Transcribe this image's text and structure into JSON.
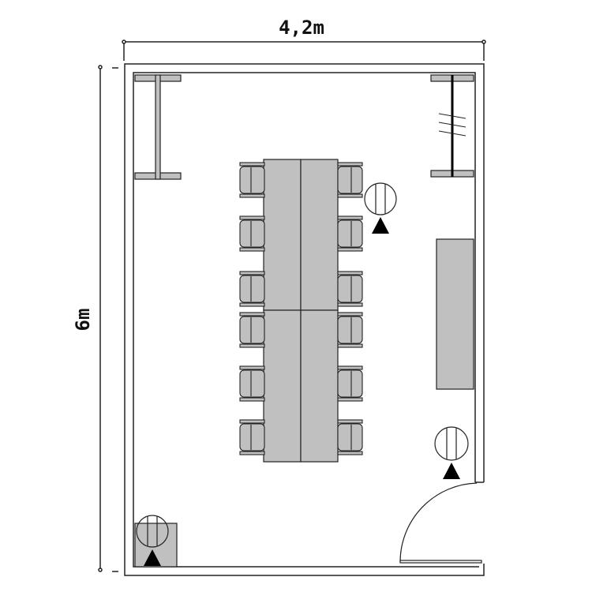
{
  "dimensions": {
    "width_label": "4,2m",
    "height_label": "6m"
  },
  "colors": {
    "furniture": "#c0c0c0",
    "line": "#222222",
    "marker": "#000000"
  },
  "furniture": {
    "table_segments": 4,
    "chairs_per_side": 6,
    "lamps": 3
  }
}
